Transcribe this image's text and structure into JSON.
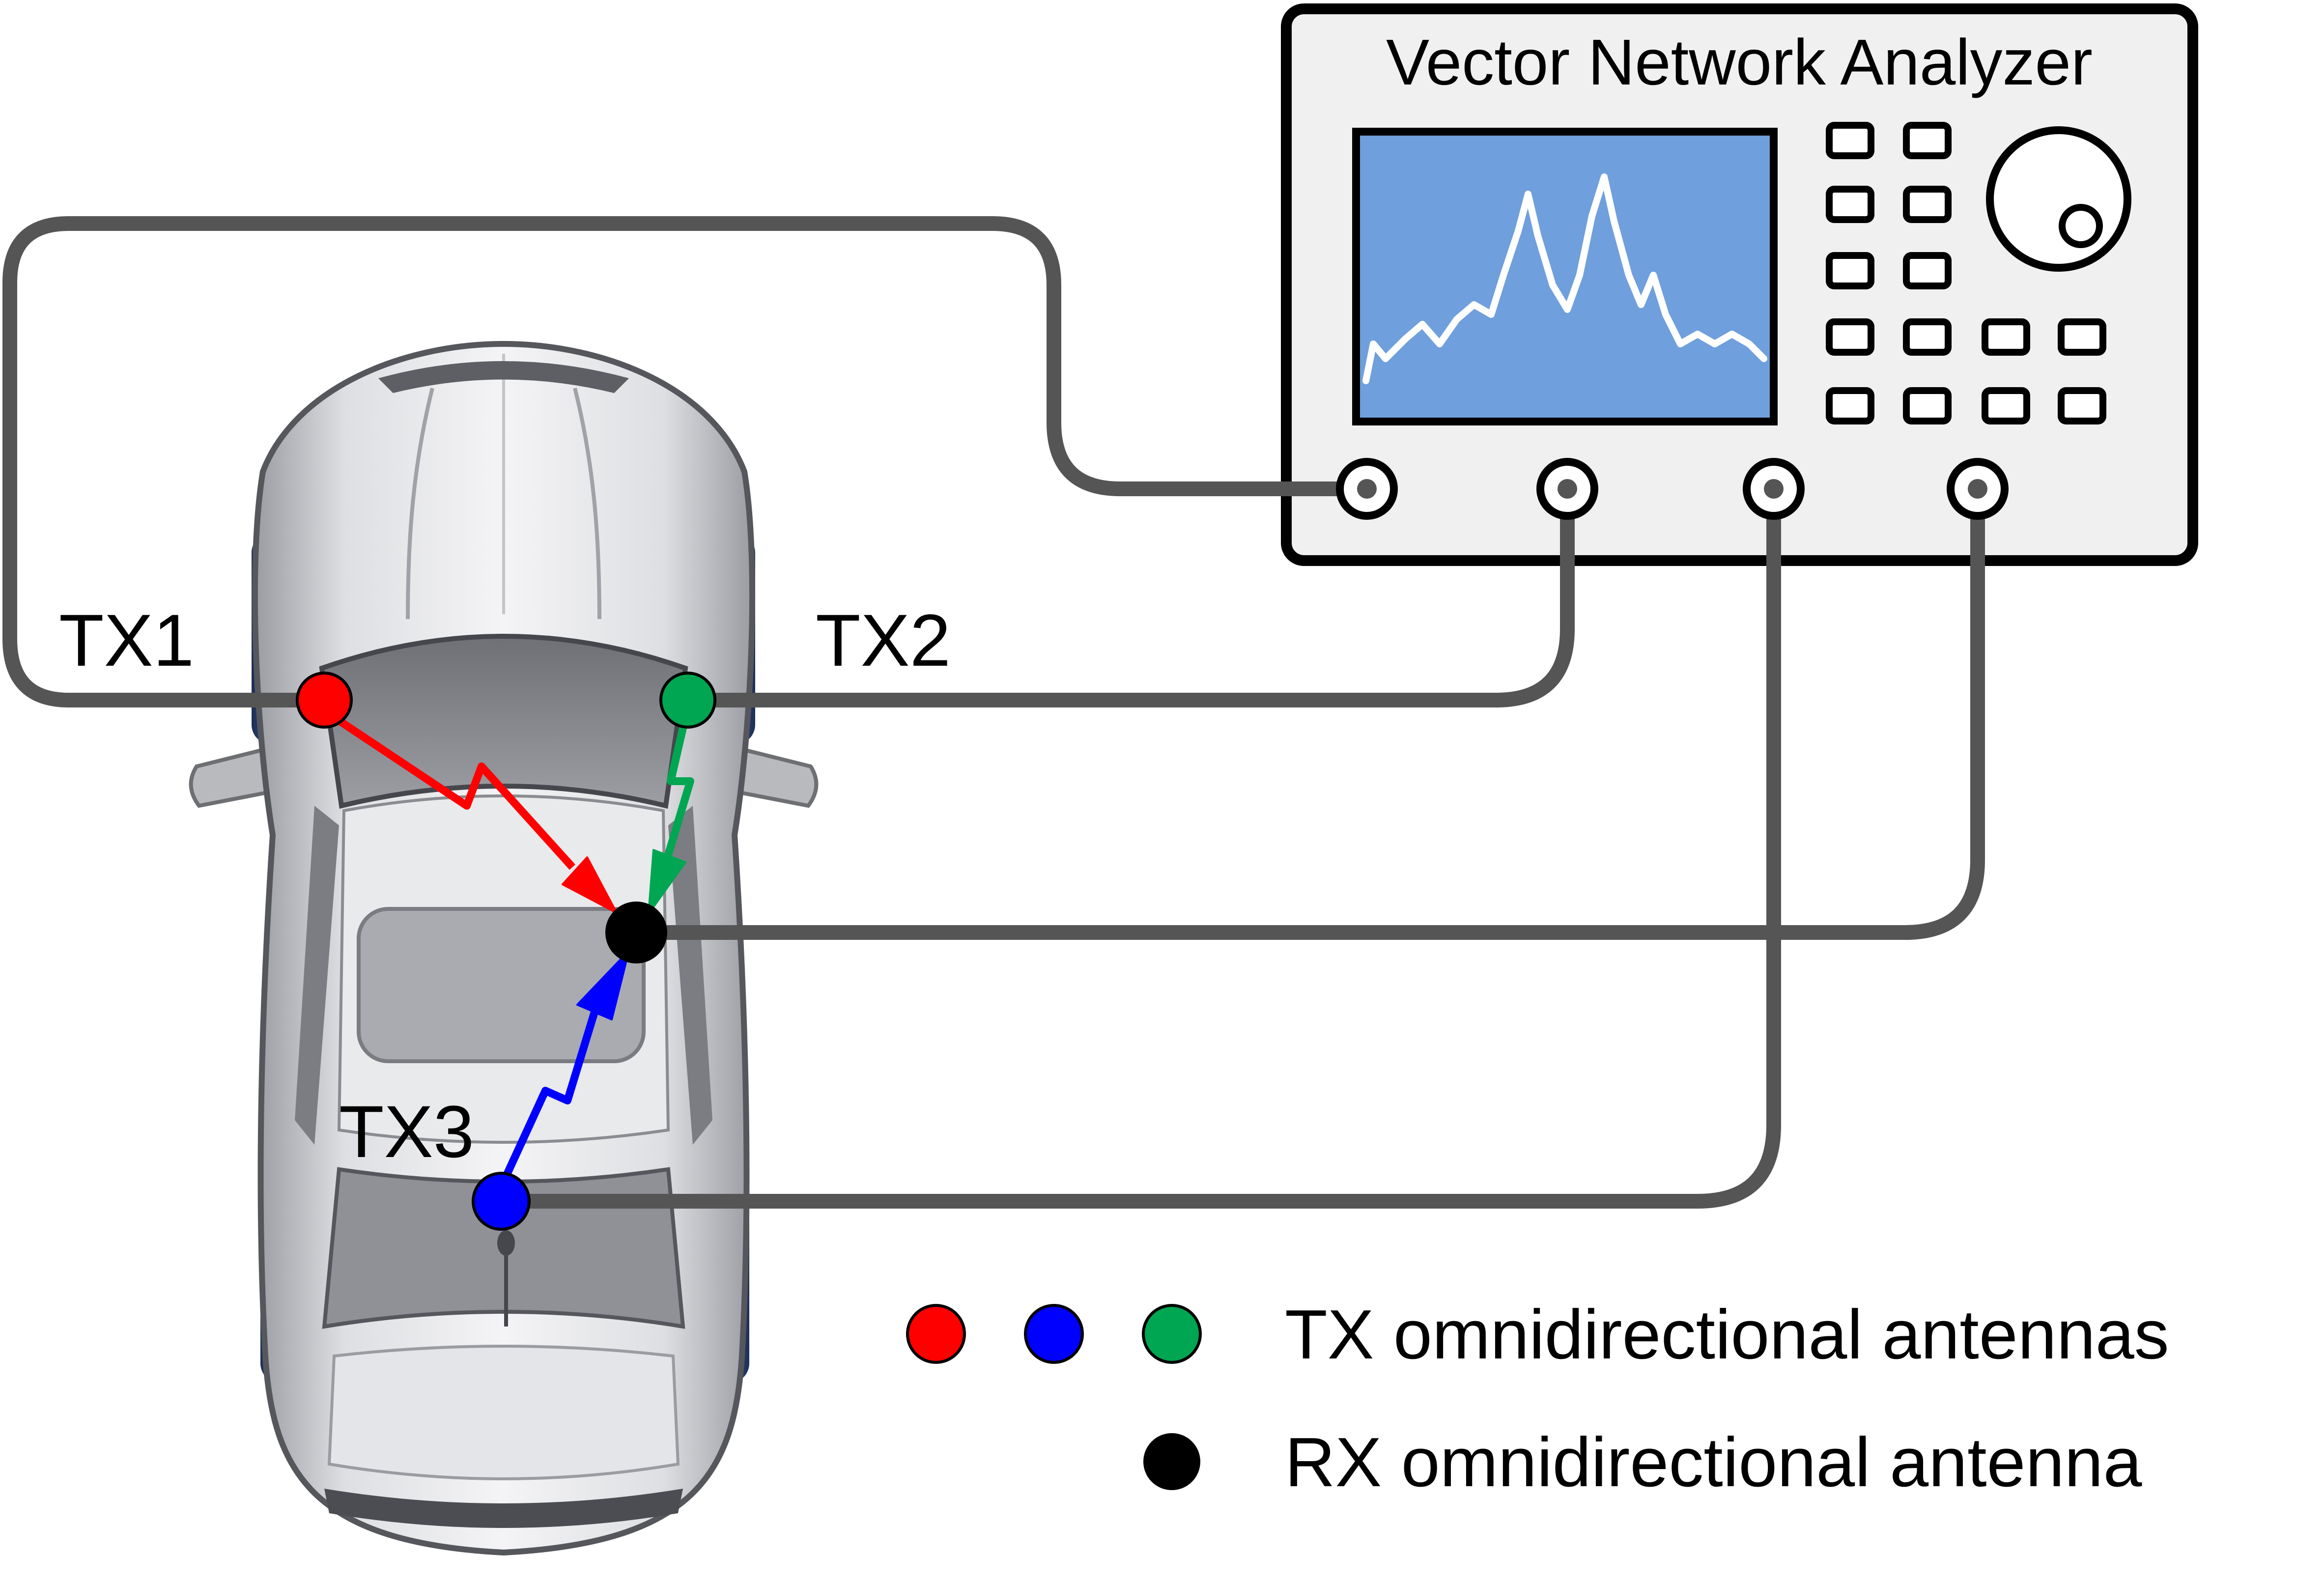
{
  "vna": {
    "title": "Vector Network Analyzer",
    "port_count": 4,
    "keypad_key_count": 14
  },
  "antennas": {
    "tx1": {
      "label": "TX1",
      "color": "#ff0000"
    },
    "tx2": {
      "label": "TX2",
      "color": "#00a651"
    },
    "tx3": {
      "label": "TX3",
      "color": "#0000ff"
    },
    "rx": {
      "label": "",
      "color": "#000000"
    }
  },
  "legend": {
    "tx_text": "TX omnidirectional antennas",
    "rx_text": "RX omnidirectional antenna",
    "tx_colors": [
      "#ff0000",
      "#0000ff",
      "#00a651"
    ],
    "rx_color": "#000000"
  },
  "colors": {
    "cable": "#555555",
    "screen": "#6f9fdc",
    "trace": "#ffffff",
    "vna_panel": "#f0f0f0",
    "car_body": "#d9dadc",
    "tires": "#283c6a"
  }
}
